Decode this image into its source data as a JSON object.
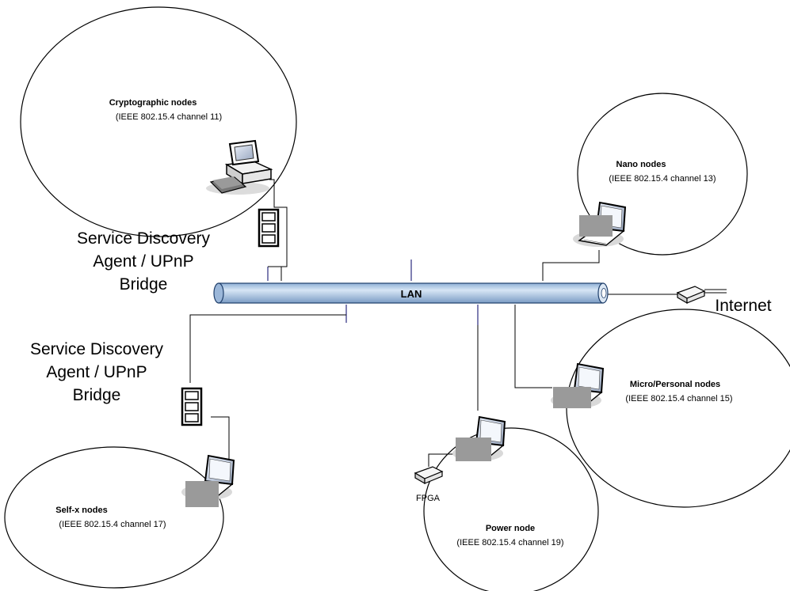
{
  "lan": {
    "label": "LAN"
  },
  "internet": {
    "label": "Internet"
  },
  "fpga": {
    "label": "FPGA"
  },
  "bridges": [
    {
      "lines": [
        "Service Discovery",
        "Agent / UPnP",
        "Bridge"
      ]
    },
    {
      "lines": [
        "Service Discovery",
        "Agent / UPnP",
        "Bridge"
      ]
    }
  ],
  "zones": [
    {
      "title": "Cryptographic nodes",
      "subtitle": "(IEEE 802.15.4 channel 11)"
    },
    {
      "title": "Nano nodes",
      "subtitle": "(IEEE 802.15.4 channel 13)"
    },
    {
      "title": "Micro/Personal nodes",
      "subtitle": "(IEEE 802.15.4 channel 15)"
    },
    {
      "title": "Self-x nodes",
      "subtitle": "(IEEE 802.15.4 channel 17)"
    },
    {
      "title": "Power node",
      "subtitle": "(IEEE 802.15.4 channel 19)"
    }
  ],
  "colors": {
    "lan_pipe": "#b8cfe6",
    "lan_pipe_edge": "#1f3f6b",
    "screen_placeholder": "#9a9a9a"
  }
}
